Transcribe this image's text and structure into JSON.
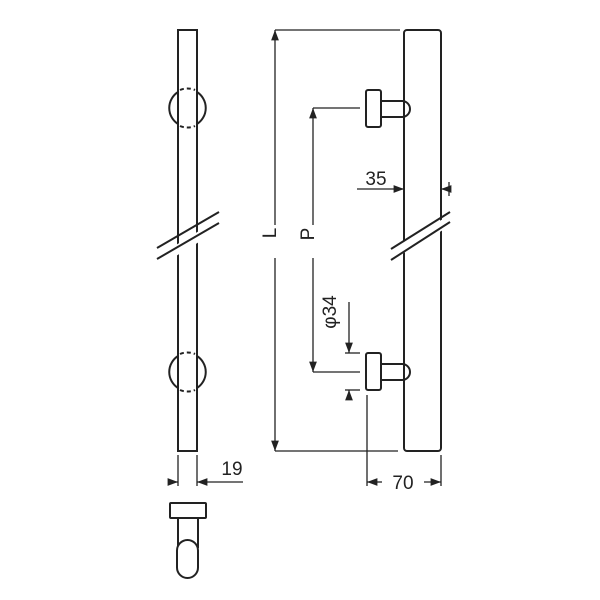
{
  "labels": {
    "length": "L",
    "pitch": "P",
    "diameter": "φ34",
    "offset": "35",
    "bar_width": "19",
    "projection": "70"
  },
  "colors": {
    "line": "#222222",
    "background": "#ffffff"
  }
}
